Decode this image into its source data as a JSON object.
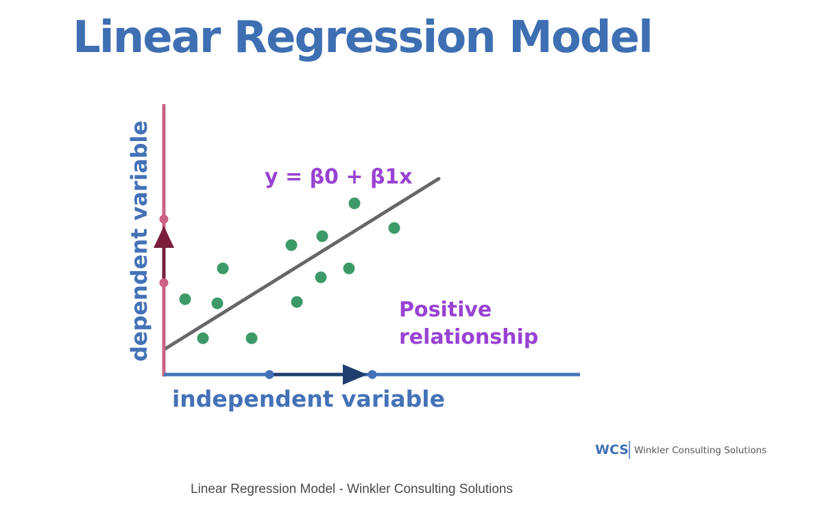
{
  "title": "Linear Regression Model",
  "diagram": {
    "y_axis_label": "dependent variable",
    "x_axis_label": "independent variable",
    "equation": "y = β0 + β1x",
    "annotation_lines": [
      "Positive",
      "relationship"
    ],
    "colors": {
      "title": "#3e6fb3",
      "x_axis": "#4472b7",
      "x_arrow": "#1f3e6e",
      "y_axis": "#cd6384",
      "y_arrow": "#7a1e3c",
      "points": "#3d9a68",
      "regression_line": "#676767",
      "annotation": "#9842d3"
    }
  },
  "logo": {
    "abbr": "WCS",
    "name": "Winkler Consulting Solutions"
  },
  "caption": "Linear Regression Model - Winkler Consulting Solutions"
}
